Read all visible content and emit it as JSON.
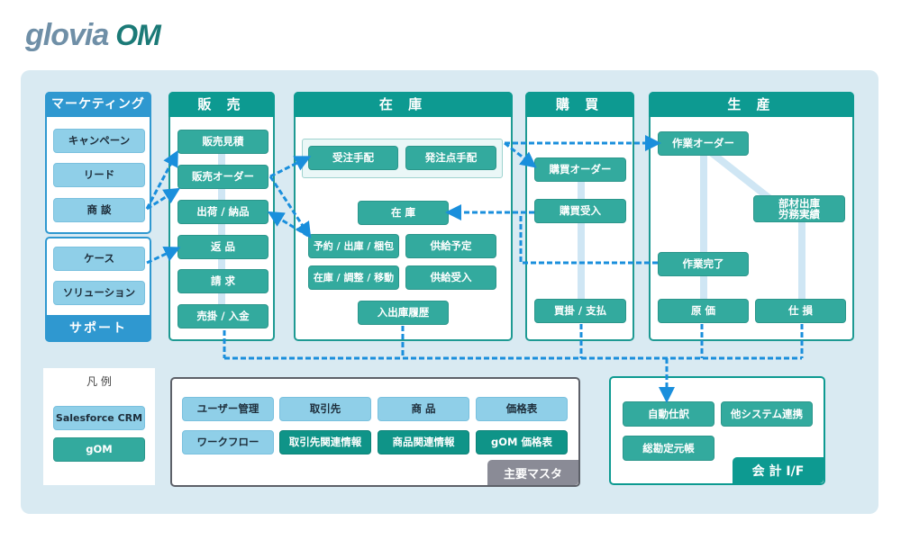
{
  "logo": {
    "part1": "glovia",
    "part2": "OM"
  },
  "panels": {
    "marketing": {
      "title": "マーケティング",
      "items": [
        "キャンペーン",
        "リード",
        "商 談"
      ]
    },
    "support": {
      "title": "サポート",
      "items": [
        "ケース",
        "ソリューション"
      ]
    },
    "sales": {
      "title": "販 売",
      "items": [
        "販売見積",
        "販売オーダー",
        "出荷 / 納品",
        "返 品",
        "請 求",
        "売掛 / 入金"
      ]
    },
    "inventory": {
      "title": "在 庫",
      "group": [
        "受注手配",
        "発注点手配"
      ],
      "stock": "在 庫",
      "items": [
        "予約 / 出庫 / 梱包",
        "供給予定",
        "在庫 / 調整 / 移動",
        "供給受入"
      ],
      "history": "入出庫履歴"
    },
    "purchase": {
      "title": "購 買",
      "items": [
        "購買オーダー",
        "購買受入",
        "買掛 / 支払"
      ]
    },
    "production": {
      "title": "生 産",
      "work_order": "作業オーダー",
      "parts_line1": "部材出庫",
      "parts_line2": "労務実績",
      "work_done": "作業完了",
      "cost": "原 価",
      "wip": "仕 損"
    }
  },
  "legend": {
    "title": "凡 例",
    "items": [
      "Salesforce CRM",
      "gOM"
    ]
  },
  "master": {
    "tag": "主要マスタ",
    "row1": [
      "ユーザー管理",
      "取引先",
      "商 品",
      "価格表"
    ],
    "row2": [
      "ワークフロー",
      "取引先関連情報",
      "商品関連情報",
      "gOM 価格表"
    ]
  },
  "accounting": {
    "tag": "会 計 I/F",
    "items": [
      "自動仕訳",
      "他システム連携",
      "総勘定元帳"
    ]
  },
  "colors": {
    "gom": "#33aa9e",
    "salesforce": "#8fcfe8",
    "header_teal": "#0d9a91",
    "header_blue": "#2f98d0",
    "connector": "#1a8fdc",
    "background": "#d9eaf2"
  }
}
